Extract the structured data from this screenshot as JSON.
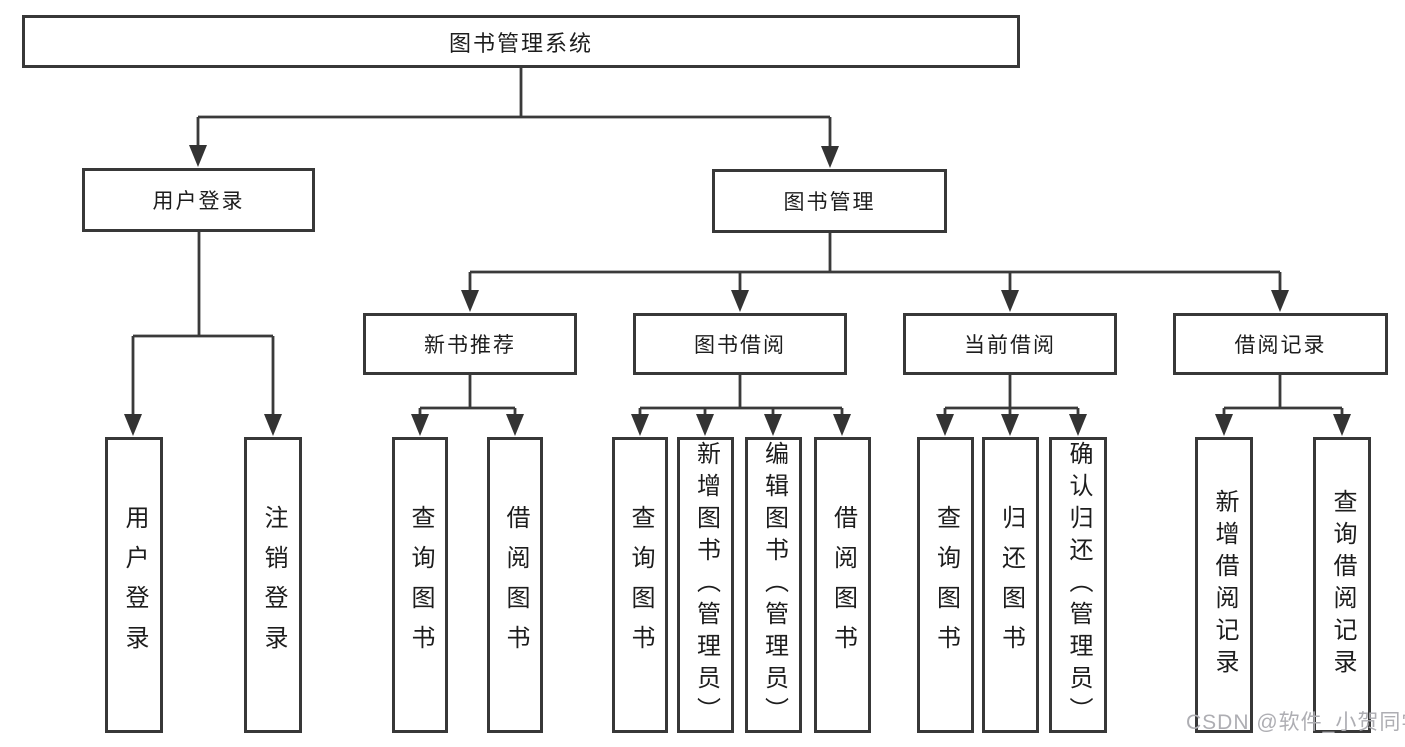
{
  "diagram_type": "hierarchy",
  "tree": {
    "label": "图书管理系统",
    "children": [
      {
        "label": "用户登录",
        "children": [
          {
            "label": "用户登录"
          },
          {
            "label": "注销登录"
          }
        ]
      },
      {
        "label": "图书管理",
        "children": [
          {
            "label": "新书推荐",
            "children": [
              {
                "label": "查询图书"
              },
              {
                "label": "借阅图书"
              }
            ]
          },
          {
            "label": "图书借阅",
            "children": [
              {
                "label": "查询图书"
              },
              {
                "label": "新增图书（管理员）"
              },
              {
                "label": "编辑图书（管理员）"
              },
              {
                "label": "借阅图书"
              }
            ]
          },
          {
            "label": "当前借阅",
            "children": [
              {
                "label": "查询图书"
              },
              {
                "label": "归还图书"
              },
              {
                "label": "确认归还（管理员）"
              }
            ]
          },
          {
            "label": "借阅记录",
            "children": [
              {
                "label": "新增借阅记录"
              },
              {
                "label": "查询借阅记录"
              }
            ]
          }
        ]
      }
    ]
  },
  "watermark": {
    "text": "CSDN @软件_小贺同学"
  },
  "colors": {
    "line": "#3a3a3a",
    "border": "#383838",
    "text": "#1d1d1d",
    "background": "#ffffff",
    "watermark": "#aeaeb3"
  }
}
